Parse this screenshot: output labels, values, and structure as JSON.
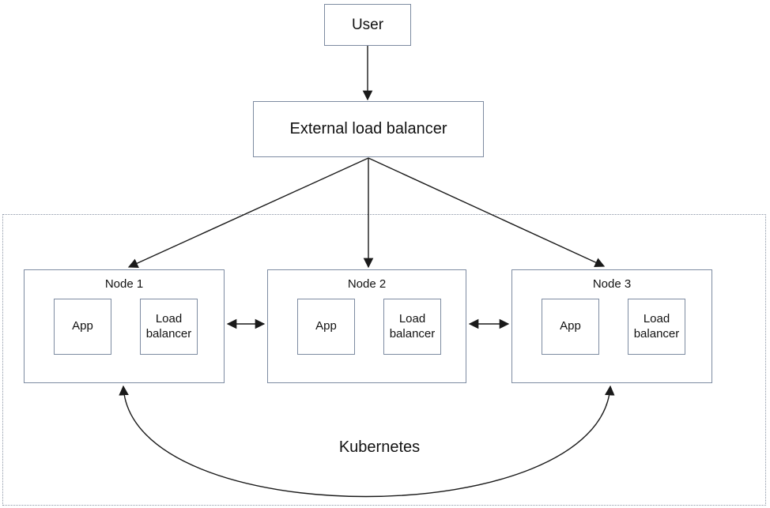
{
  "diagram": {
    "user_label": "User",
    "external_lb_label": "External load balancer",
    "kubernetes_label": "Kubernetes",
    "nodes": [
      {
        "label": "Node 1",
        "app_label": "App",
        "lb_label": "Load balancer"
      },
      {
        "label": "Node 2",
        "app_label": "App",
        "lb_label": "Load balancer"
      },
      {
        "label": "Node 3",
        "app_label": "App",
        "lb_label": "Load balancer"
      }
    ],
    "colors": {
      "box_border": "#7d8ba1",
      "dotted_border": "#8b95a5",
      "arrow_color": "#1a1a1a",
      "text_color": "#111111",
      "background": "#ffffff"
    }
  }
}
